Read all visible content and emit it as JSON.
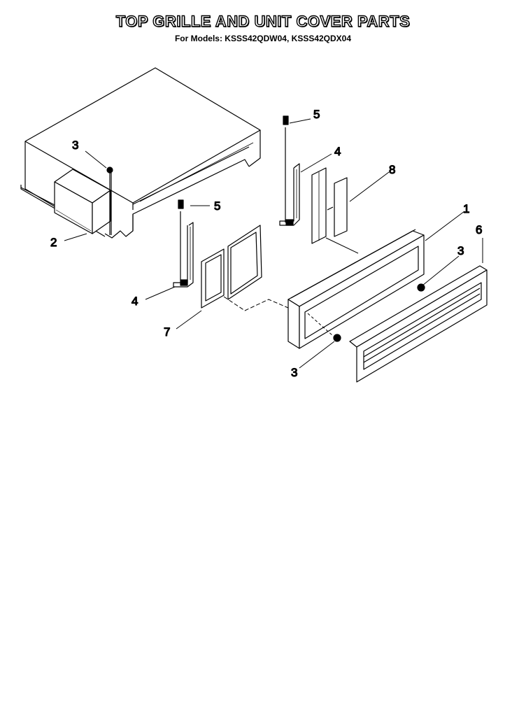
{
  "title": "TOP GRILLE AND UNIT COVER PARTS",
  "subtitle": "For Models: KSSS42QDW04, KSSS42QDX04",
  "callouts": {
    "c1": "1",
    "c2": "2",
    "c3a": "3",
    "c3b": "3",
    "c3c": "3",
    "c4a": "4",
    "c4b": "4",
    "c5a": "5",
    "c5b": "5",
    "c6": "6",
    "c7": "7",
    "c8": "8"
  }
}
